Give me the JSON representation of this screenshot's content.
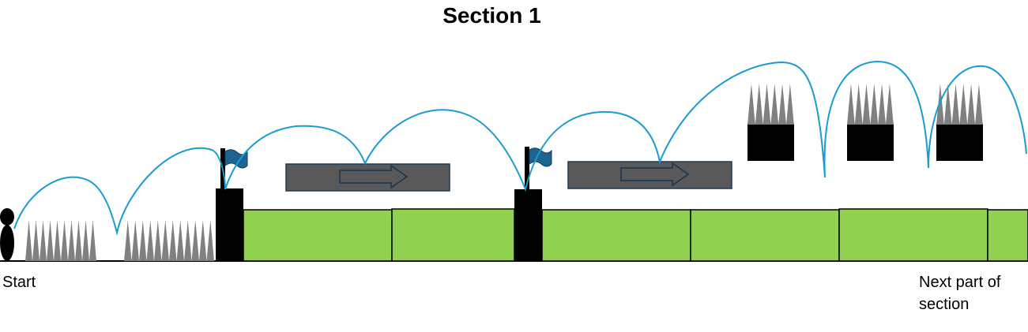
{
  "title": "Section 1",
  "labels": {
    "start": "Start",
    "next": "Next part of section"
  },
  "colors": {
    "platform_green": "#92d050",
    "block_black": "#000000",
    "mover_gray": "#595959",
    "spike_gray": "#808080",
    "jump_path": "#1a9bd1",
    "flag_blue": "#1f6391"
  },
  "icons": {
    "player": "player-icon",
    "spike": "spike-icon",
    "flag": "checkpoint-flag-icon",
    "arrow": "right-arrow-icon"
  }
}
